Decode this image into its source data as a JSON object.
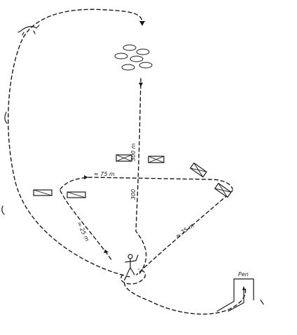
{
  "diagram": {
    "labels": {
      "dist_top_right": "≈ 75 m",
      "dist_vertical_upper": "300 m",
      "dist_vertical_lower": "300",
      "dist_lower_left": "≈ 25 m",
      "dist_lower_right": "≈ 75 m",
      "pen_label": "Pen"
    },
    "colors": {
      "ink": "#1a1a1a",
      "background": "#ffffff"
    }
  }
}
